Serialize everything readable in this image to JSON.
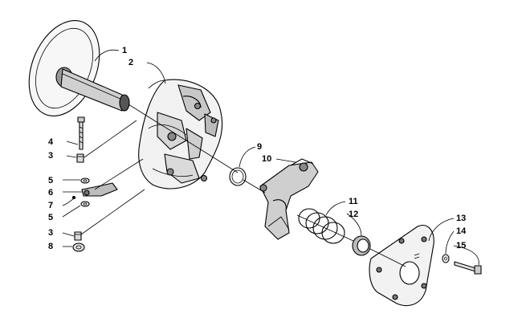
{
  "callouts": {
    "c1": "1",
    "c2": "2",
    "c3a": "3",
    "c3b": "3",
    "c4": "4",
    "c5a": "5",
    "c5b": "5",
    "c6": "6",
    "c7": "7",
    "c8": "8",
    "c9": "9",
    "c10": "10",
    "c11": "11",
    "c12": "12",
    "c13": "13",
    "c14": "14",
    "c15": "15"
  }
}
